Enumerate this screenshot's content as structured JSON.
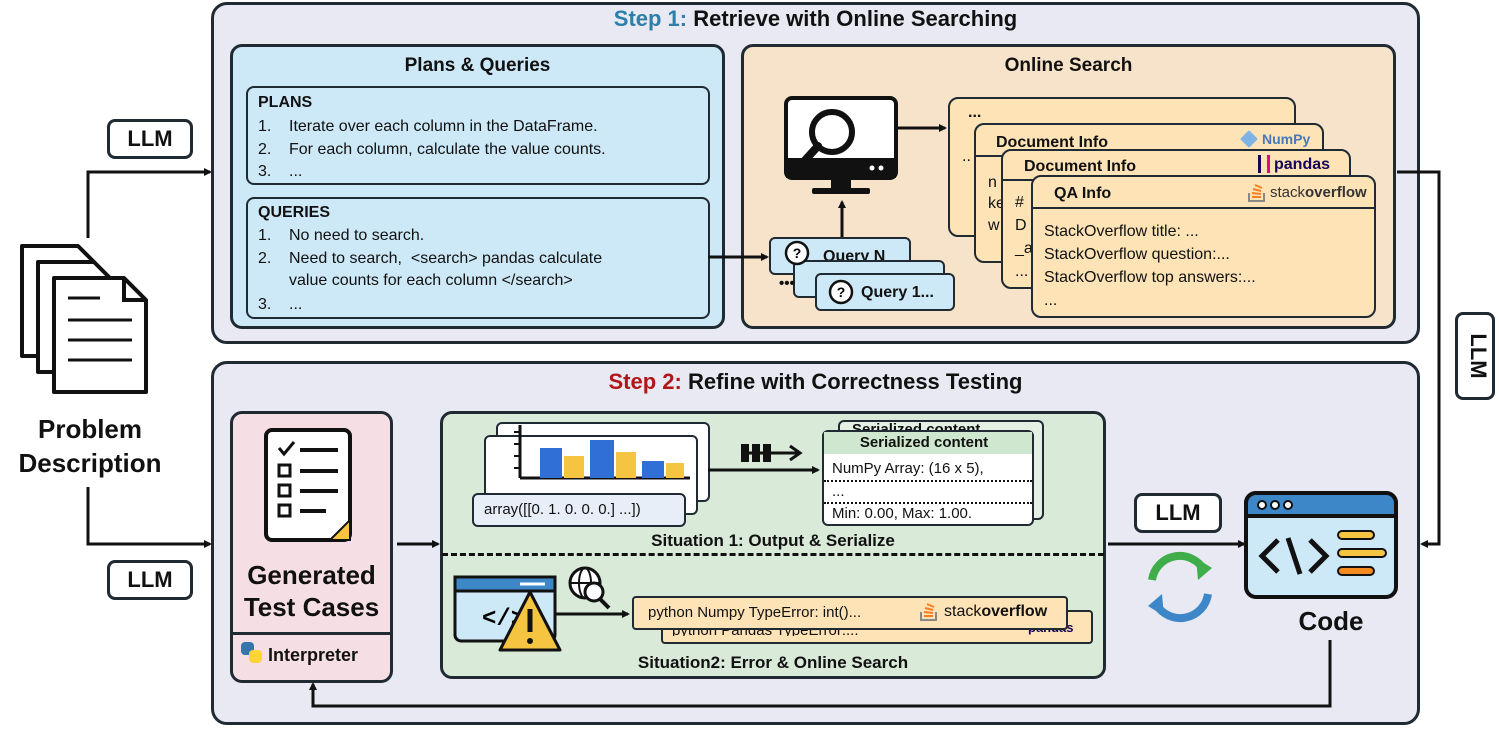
{
  "left": {
    "label_line1": "Problem",
    "label_line2": "Description",
    "llm_top": "LLM",
    "llm_bottom": "LLM"
  },
  "step1": {
    "prefix": "Step 1:",
    "title": " Retrieve with Online Searching",
    "prefix_color": "#2b7fa8",
    "plans_queries": {
      "header": "Plans & Queries",
      "plans_title": "PLANS",
      "plans": [
        "1.",
        "Iterate over each column in the DataFrame.",
        "2.",
        "For each column, calculate the value counts.",
        "3.",
        "..."
      ],
      "queries_title": "QUERIES",
      "q1_num": "1.",
      "q1": "No need to search.",
      "q2_num": "2.",
      "q2_line1": "Need to search,  <search> pandas calculate",
      "q2_line2": "value counts for each column </search>",
      "q3_num": "3.",
      "q3": "..."
    },
    "online_search": {
      "header": "Online Search",
      "query_n": "Query N",
      "query_1": "Query 1...",
      "dots": "•••",
      "card_back_dots": "...",
      "card_back_line": "..",
      "doc1_title": "Document Info",
      "doc1_logo": "NumPy",
      "doc1_fragments": [
        "n",
        "ke",
        "w"
      ],
      "doc2_title": "Document Info",
      "doc2_logo": "pandas",
      "doc2_fragments": [
        "#",
        "D",
        "_a",
        "..."
      ],
      "qa_title": "QA Info",
      "qa_logo_a": "stack",
      "qa_logo_b": "overflow",
      "qa_lines": [
        "StackOverflow title: ...",
        "StackOverflow question:...",
        "StackOverflow top answers:...",
        "..."
      ]
    }
  },
  "step2": {
    "prefix": "Step 2:",
    "title": " Refine with Correctness Testing",
    "prefix_color": "#b01818",
    "tests_line1": "Generated",
    "tests_line2": "Test Cases",
    "interpreter": "Interpreter",
    "array_text": "array([[0. 1. 0. 0. 0.] ...])",
    "serialized_back": "Serialized content",
    "serialized_title": "Serialized content",
    "serialized_lines": [
      "NumPy Array: (16 x 5),",
      "...",
      "Min: 0.00, Max: 1.00."
    ],
    "situation1": "Situation 1: Output & Serialize",
    "error_front": "python Numpy TypeError: int()...",
    "error_front_logo_a": "stack",
    "error_front_logo_b": "overflow",
    "error_back": "python Pandas TypeError:...",
    "error_back_logo": "pandas",
    "situation2": "Situation2: Error & Online Search"
  },
  "right": {
    "llm_vertical": "LLM",
    "llm_middle": "LLM",
    "code_label": "Code"
  },
  "colors": {
    "panel_bg": "#e8e9f3",
    "blue_box": "#cde8f6",
    "orange_box": "#f7e3c9",
    "card": "#fde3b6",
    "pink_box": "#f6dfe4",
    "green_box": "#d9ead9"
  }
}
